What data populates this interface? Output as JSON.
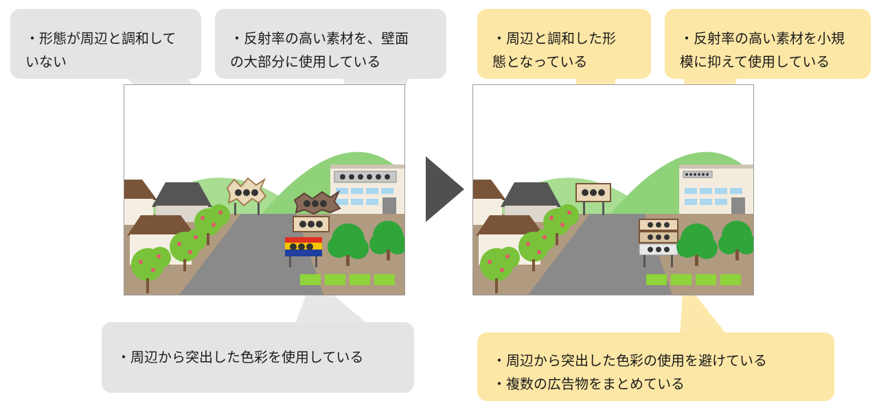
{
  "callouts": {
    "before_form": {
      "lines": [
        "・形態が周辺と調和して",
        "いない"
      ]
    },
    "before_material": {
      "lines": [
        "・反射率の高い素材を、壁面",
        "の大部分に使用している"
      ]
    },
    "before_color": {
      "lines": [
        "・周辺から突出した色彩を使用している"
      ]
    },
    "after_form": {
      "lines": [
        "・周辺と調和した形",
        "態となっている"
      ]
    },
    "after_material": {
      "lines": [
        "・反射率の高い素材を小規",
        "模に抑えて使用している"
      ]
    },
    "after_color": {
      "lines": [
        "・周辺から突出した色彩の使用を避けている",
        "・複数の広告物をまとめている"
      ]
    }
  },
  "colors": {
    "before_bubble": "#e4e4e4",
    "after_bubble": "#fde7a6",
    "arrow": "#505050",
    "ground": "#b09a80",
    "road": "#8a8a8a",
    "hill": "#8fd27a",
    "tree": "#79c23a",
    "evergreen": "#2fa53a"
  },
  "icons": {
    "transition": "play-triangle-icon"
  }
}
